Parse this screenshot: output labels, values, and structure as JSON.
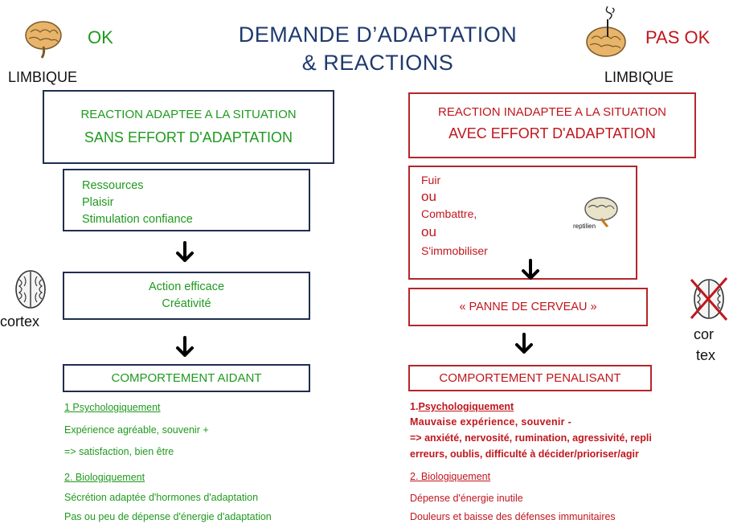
{
  "title": {
    "line1": "DEMANDE D’ADAPTATION",
    "line2": "& REACTIONS"
  },
  "left": {
    "status": "OK",
    "limbique": "LIMBIQUE",
    "cortex": "cortex",
    "box1": {
      "line1": "REACTION ADAPTEE A LA SITUATION",
      "line2": "SANS EFFORT D'ADAPTATION"
    },
    "box2": {
      "items": [
        "Ressources",
        "Plaisir",
        "Stimulation confiance"
      ]
    },
    "box3": {
      "items": [
        "Action efficace",
        "Créativité"
      ]
    },
    "box4": "COMPORTEMENT AIDANT",
    "psy": {
      "heading": "1 Psychologiquement",
      "lines": [
        "Expérience agréable, souvenir +",
        "=> satisfaction, bien être"
      ]
    },
    "bio": {
      "heading": "2. Biologiquement",
      "lines": [
        "Sécrétion adaptée d'hormones d'adaptation",
        "Pas ou peu de dépense d'énergie d'adaptation"
      ]
    }
  },
  "right": {
    "status": "PAS OK",
    "limbique": "LIMBIQUE",
    "cortex_top": "cor",
    "cortex_bottom": "tex",
    "reptilien": "reptilien",
    "box1": {
      "line1": "REACTION INADAPTEE A LA SITUATION",
      "line2": "AVEC EFFORT D'ADAPTATION"
    },
    "box2": {
      "items": [
        "Fuir",
        "ou",
        "Combattre,",
        "ou",
        "S'immobiliser"
      ]
    },
    "box3": "« PANNE DE CERVEAU »",
    "box4": "COMPORTEMENT PENALISANT",
    "psy": {
      "heading_num": "1.",
      "heading": "Psychologiquement",
      "lines": [
        "Mauvaise expérience, souvenir -",
        "=> anxiété, nervosité, rumination, agressivité, repli",
        "erreurs, oublis, difficulté à décider/prioriser/agir"
      ]
    },
    "bio": {
      "heading": "2. Biologiquement",
      "lines": [
        "Dépense d'énergie inutile",
        "Douleurs et baisse des défenses immunitaires"
      ]
    }
  },
  "colors": {
    "navy": "#1f3a6e",
    "green": "#1f9a1f",
    "red": "#c0161c"
  },
  "icons": [
    "brain-icon",
    "down-arrow-icon",
    "cross-out-icon"
  ]
}
